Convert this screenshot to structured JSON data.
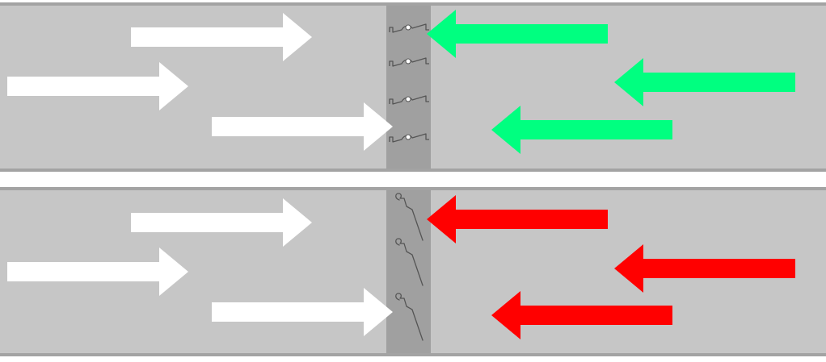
{
  "colors": {
    "background": "#ffffff",
    "panel": "#c6c6c6",
    "panel_border": "#a3a3a3",
    "zone": "#a0a0a0",
    "arrow_incoming": "#ffffff",
    "arrow_blocked_top": "#00ff80",
    "arrow_blocked_bottom": "#ff0000",
    "wire": "#555555"
  },
  "panels": [
    {
      "name": "top",
      "right_arrow_color": "#00ff80",
      "wire_style": "horizontal-clips",
      "wire_count": 4
    },
    {
      "name": "bottom",
      "right_arrow_color": "#ff0000",
      "wire_style": "diagonal-hooks",
      "wire_count": 3
    }
  ]
}
